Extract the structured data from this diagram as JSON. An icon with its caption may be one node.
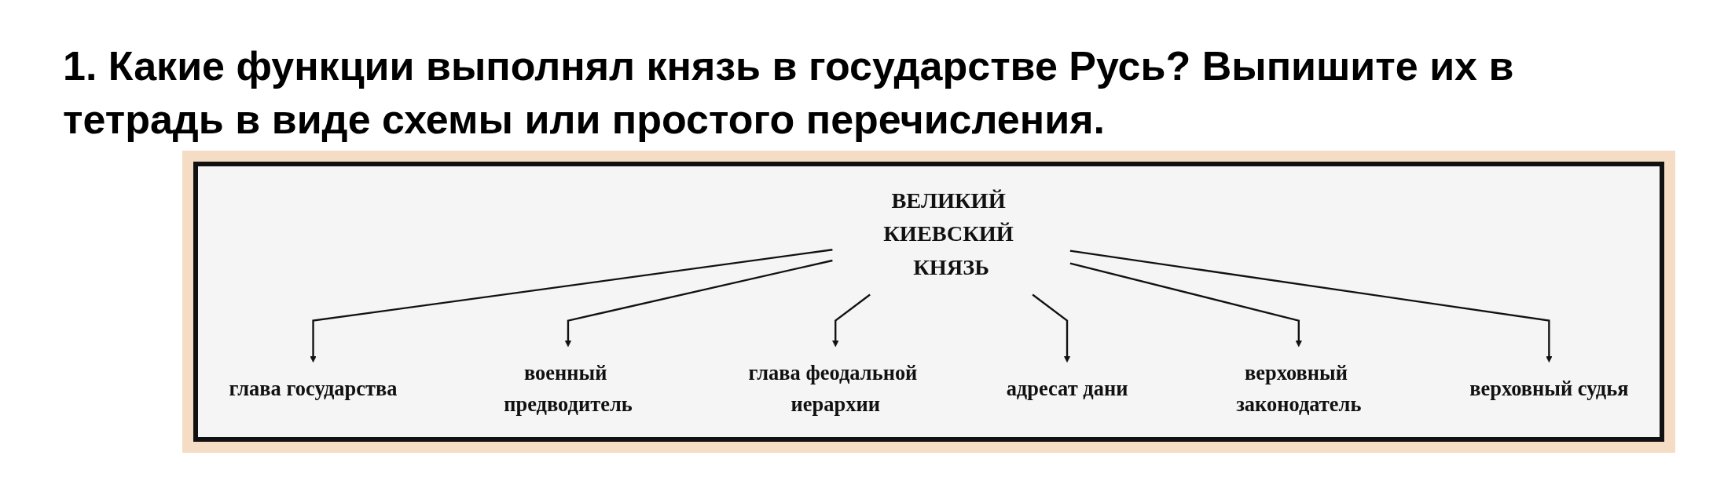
{
  "diagram": {
    "title": "1. Какие функции выполнял князь в государстве Русь? Выпишите их в тетрадь в виде схемы или простого перечисления.",
    "nodes": [
      {
        "text": [
          "ВЕЛИКИЙ КИЕВСКИЙ КНЯЗЬ"
        ]
      },
      {
        "text": [
          "глава государства"
        ]
      },
      {
        "text": [
          "военный предводитель"
        ]
      },
      {
        "text": [
          "глава феодальной иерархии"
        ]
      },
      {
        "text": [
          "адресат дани"
        ]
      },
      {
        "text": [
          "верховный законодатель"
        ]
      },
      {
        "text": [
          "верховный судья"
        ]
      }
    ],
    "edges": [
      {
        "from": 0,
        "to": 1,
        "arrow": "to"
      },
      {
        "from": 0,
        "to": 2,
        "arrow": "to"
      },
      {
        "from": 0,
        "to": 3,
        "arrow": "to"
      },
      {
        "from": 0,
        "to": 4,
        "arrow": "to"
      },
      {
        "from": 0,
        "to": 5,
        "arrow": "to"
      },
      {
        "from": 0,
        "to": 6,
        "arrow": "to"
      }
    ]
  }
}
